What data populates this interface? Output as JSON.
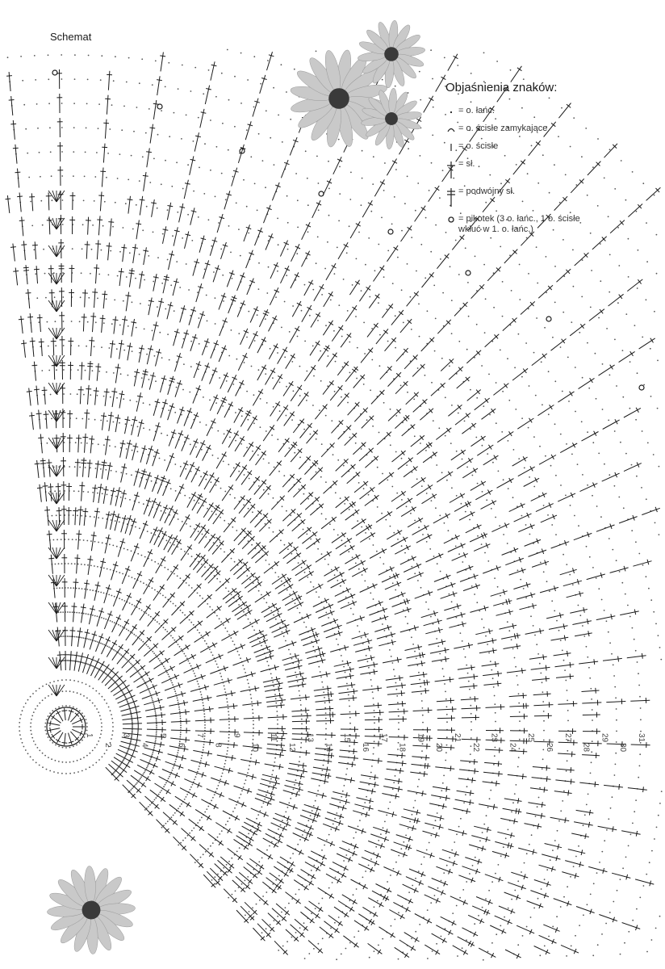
{
  "title": "Schemat",
  "legend": {
    "title": "Objaśnienia znaków:",
    "items": [
      {
        "symbol": "chain-dot-icon",
        "text": "= o. łańc."
      },
      {
        "symbol": "closing-slip-stitch-icon",
        "text": "= o. ścisłe zamykające"
      },
      {
        "symbol": "slip-stitch-icon",
        "text": "= o. ścisłe"
      },
      {
        "symbol": "double-crochet-icon",
        "text": "= sł."
      },
      {
        "symbol": "treble-crochet-icon",
        "text": "= podwójny sł."
      },
      {
        "symbol": "picot-icon",
        "text": "= pikotek (3 o. łańc., 1 o. ścisłe\nwkłuć w 1. o. łańc.)"
      }
    ]
  },
  "round_numbers": [
    "1",
    "2",
    "3",
    "4",
    "5",
    "6",
    "7",
    "8",
    "9",
    "10",
    "11",
    "12",
    "13",
    "14",
    "15",
    "16",
    "17",
    "18",
    "19",
    "20",
    "21",
    "22",
    "23",
    "24",
    "25",
    "26",
    "27",
    "28",
    "29",
    "30",
    "31"
  ],
  "colors": {
    "ink": "#1a1a1a",
    "chain": "#555555",
    "petal": "#c9c9c9",
    "flower_center": "#3a3a3a"
  }
}
